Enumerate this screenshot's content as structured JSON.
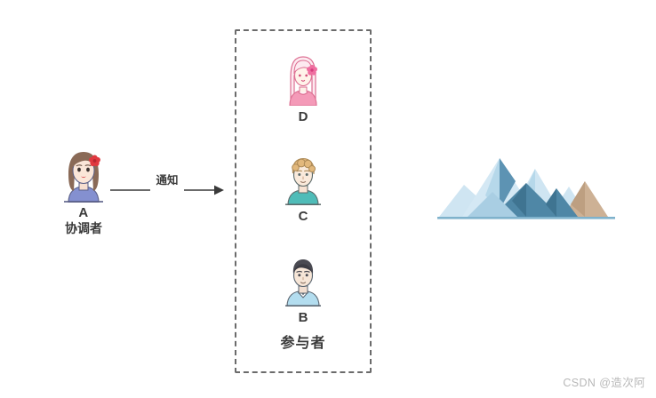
{
  "diagram": {
    "coordinator": {
      "id": "A",
      "role": "协调者",
      "avatar_icon": "female-avatar-brown-hair-red-flower-icon"
    },
    "arrow": {
      "label": "通知",
      "icon": "right-arrow-icon"
    },
    "participants_group": {
      "title": "参与者",
      "border_color": "#6b6b6b",
      "members": [
        {
          "id": "D",
          "avatar_icon": "female-avatar-pink-dress-flower-icon"
        },
        {
          "id": "C",
          "avatar_icon": "male-avatar-blonde-curly-teal-shirt-icon"
        },
        {
          "id": "B",
          "avatar_icon": "male-avatar-dark-hair-blue-shirt-icon"
        }
      ]
    },
    "decoration": {
      "mountain_icon": "mountain-range-illustration-icon",
      "colors": {
        "light_blue": "#cfe5f2",
        "mid_blue": "#a9cee3",
        "deep_blue": "#4f87a6",
        "dark_blue": "#3f7491",
        "tan": "#cdb195",
        "baseline": "#7fb2cc"
      }
    }
  },
  "watermark": {
    "text": "CSDN @造次阿"
  }
}
